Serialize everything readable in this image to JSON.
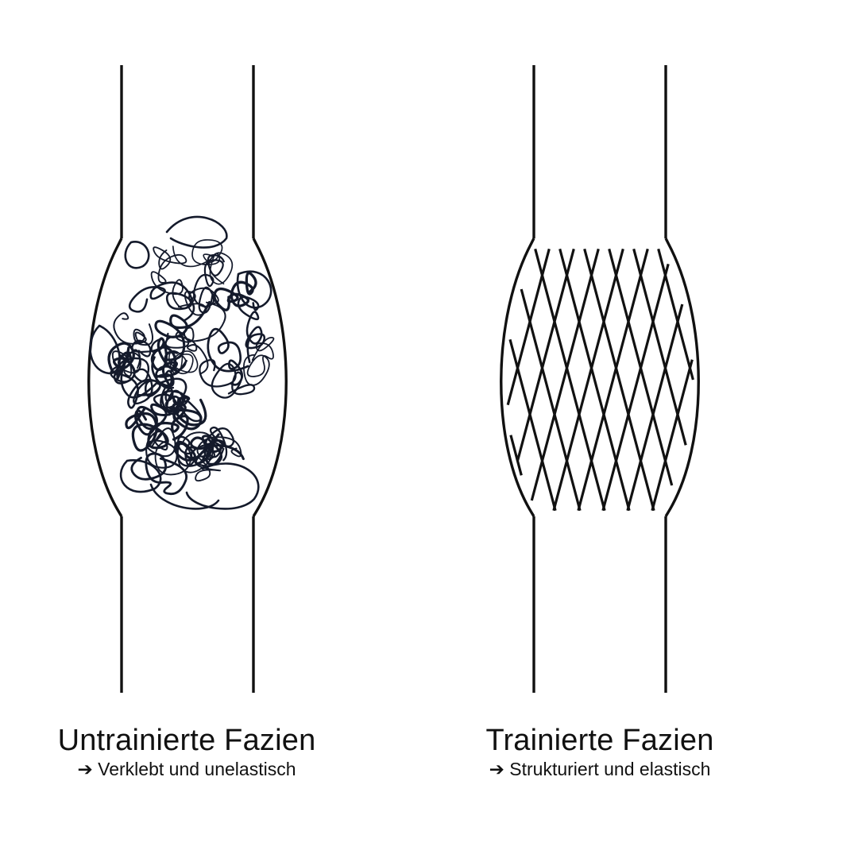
{
  "panels": [
    {
      "title": "Untrainierte Fazien",
      "subtitle": "➔ Verklebt und unelastisch"
    },
    {
      "title": "Trainierte Fazien",
      "subtitle": "➔ Strukturiert und elastisch"
    }
  ],
  "colors": {
    "outline": "#111111",
    "fibers": "#141a2b",
    "background": "#ffffff"
  }
}
